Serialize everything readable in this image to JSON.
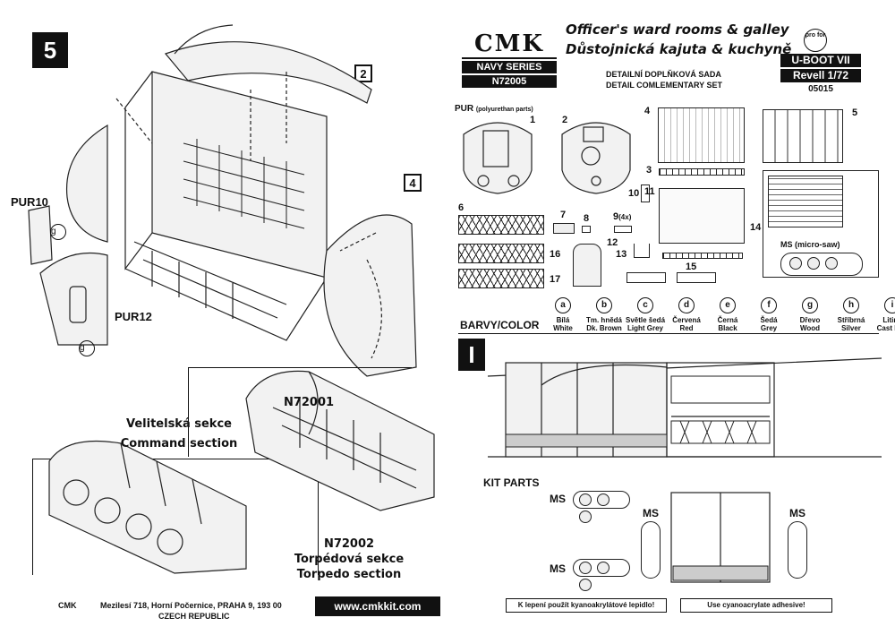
{
  "step": {
    "number": "5"
  },
  "callouts": {
    "c2": "2",
    "c4": "4"
  },
  "labels": {
    "pur10": "PUR10",
    "pur12": "PUR12",
    "g": "g"
  },
  "brand": {
    "logo": "CMK",
    "series": "NAVY SERIES",
    "code": "N72005"
  },
  "header": {
    "title_en": "Officer's ward rooms & galley",
    "title_cz": "Důstojnická kajuta & kuchyně",
    "sub_cz": "DETAILNÍ DOPLŇKOVÁ SADA",
    "sub_en": "DETAIL COMLEMENTARY SET",
    "pro_for": "pro for",
    "kit": "U-BOOT VII",
    "kit_maker": "Revell 1/72",
    "kit_code": "05015"
  },
  "parts": {
    "pur_label": "PUR",
    "pur_note": "(polyurethan parts)",
    "numbers": [
      "1",
      "2",
      "3",
      "4",
      "5",
      "6",
      "7",
      "8",
      "9",
      "10",
      "11",
      "12",
      "13",
      "14",
      "15",
      "16",
      "17"
    ],
    "n9_note": "(4x)",
    "ms_label": "MS",
    "ms_note": "(micro-saw)"
  },
  "colors": {
    "heading": "BARVY/COLOR",
    "items": [
      {
        "key": "a",
        "cz": "Bílá",
        "en": "White"
      },
      {
        "key": "b",
        "cz": "Tm. hnědá",
        "en": "Dk. Brown"
      },
      {
        "key": "c",
        "cz": "Světle šedá",
        "en": "Light Grey"
      },
      {
        "key": "d",
        "cz": "Červená",
        "en": "Red"
      },
      {
        "key": "e",
        "cz": "Černá",
        "en": "Black"
      },
      {
        "key": "f",
        "cz": "Šedá",
        "en": "Grey"
      },
      {
        "key": "g",
        "cz": "Dřevo",
        "en": "Wood"
      },
      {
        "key": "h",
        "cz": "Stříbrná",
        "en": "Silver"
      },
      {
        "key": "i",
        "cz": "Litina",
        "en": "Cast Iron"
      }
    ]
  },
  "step1": {
    "label": "I",
    "kit_parts": "KIT PARTS",
    "ms": "MS"
  },
  "sections": {
    "cmd_code": "N72001",
    "cmd_cz": "Velitelská sekce",
    "cmd_en": "Command section",
    "torp_code": "N72002",
    "torp_cz": "Torpédová sekce",
    "torp_en": "Torpedo section"
  },
  "footer": {
    "company": "CMK",
    "address": "Mezilesí 718, Horní Počernice, PRAHA 9,  193 00",
    "country": "CZECH REPUBLIC",
    "url": "www.cmkkit.com",
    "warn_cz": "K lepení použít kyanoakrylátové lepidlo!",
    "warn_en": "Use cyanoacrylate adhesive!"
  }
}
